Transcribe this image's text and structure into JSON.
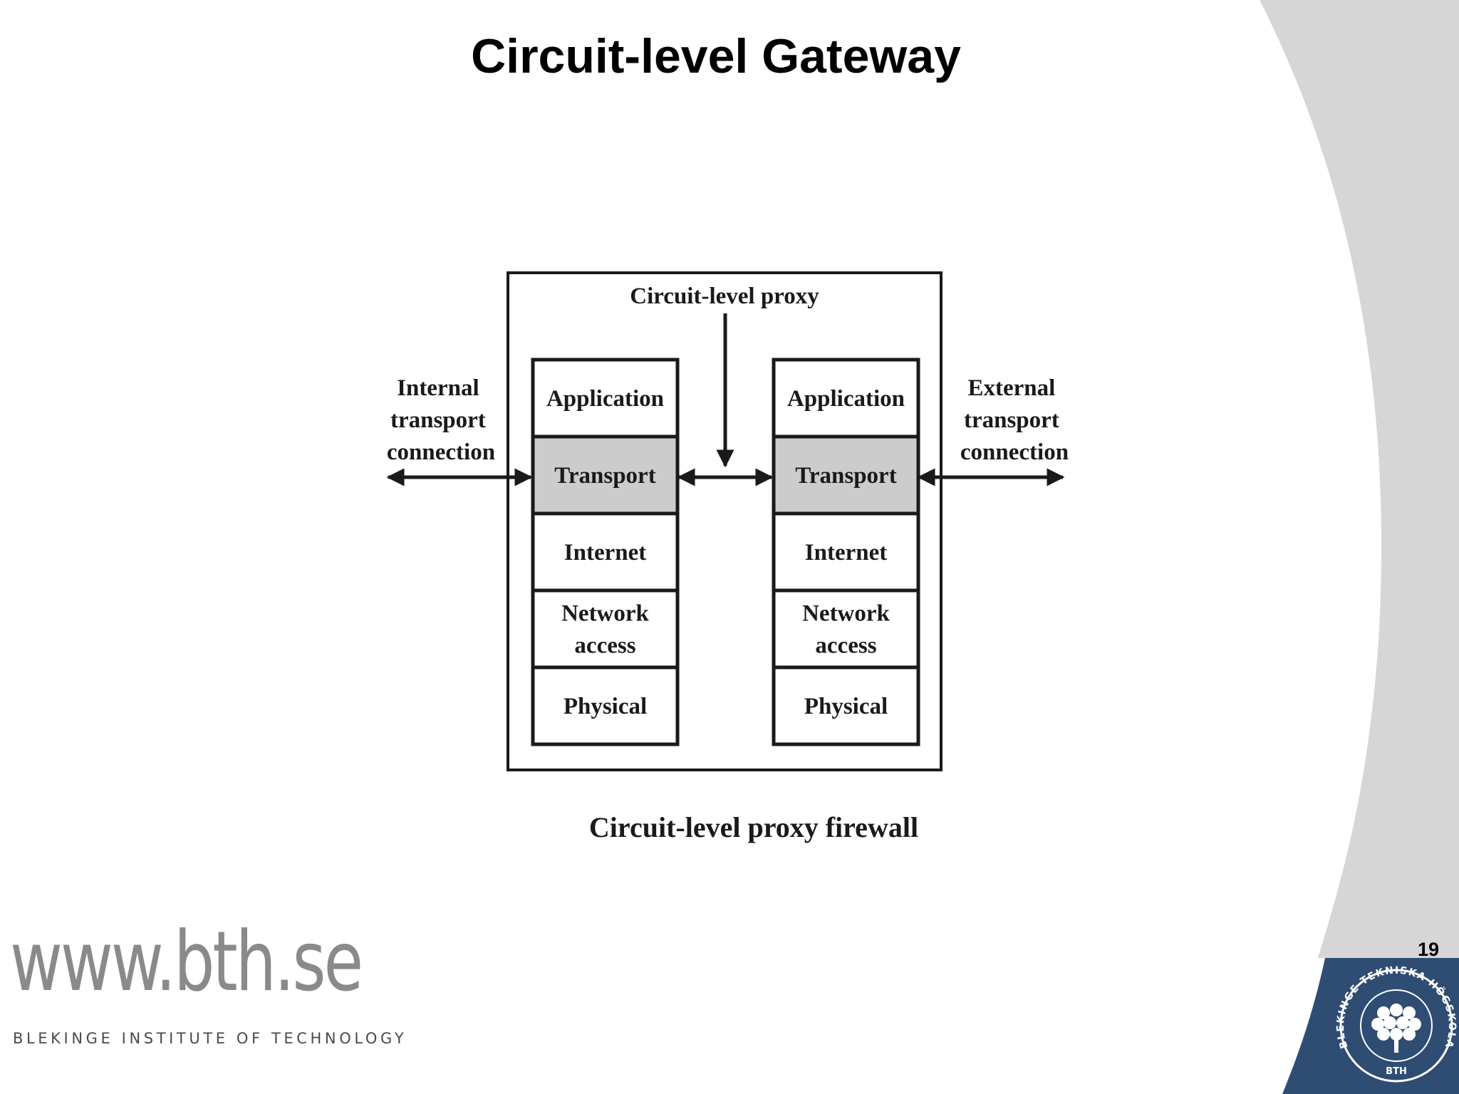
{
  "slide": {
    "title": "Circuit-level Gateway",
    "page_number": "19",
    "footer": {
      "url": "www.bth.se",
      "institution": "BLEKINGE INSTITUTE OF TECHNOLOGY"
    },
    "logo": {
      "icon": "bth-seal-icon",
      "ring_text": "BLEKINGE TEKNISKA HÖGSKOLA",
      "center_text": "BTH"
    }
  },
  "diagram": {
    "proxy_label": "Circuit-level proxy",
    "caption": "Circuit-level proxy firewall",
    "internal_label": [
      "Internal",
      "transport",
      "connection"
    ],
    "external_label": [
      "External",
      "transport",
      "connection"
    ],
    "left_stack": [
      {
        "lines": [
          "Application"
        ]
      },
      {
        "lines": [
          "Transport"
        ],
        "highlighted": true
      },
      {
        "lines": [
          "Internet"
        ]
      },
      {
        "lines": [
          "Network",
          "access"
        ]
      },
      {
        "lines": [
          "Physical"
        ]
      }
    ],
    "right_stack": [
      {
        "lines": [
          "Application"
        ]
      },
      {
        "lines": [
          "Transport"
        ],
        "highlighted": true
      },
      {
        "lines": [
          "Internet"
        ]
      },
      {
        "lines": [
          "Network",
          "access"
        ]
      },
      {
        "lines": [
          "Physical"
        ]
      }
    ]
  },
  "colors": {
    "highlight": "#cccccc",
    "logo_blue": "#2f4d73",
    "side_gray": "#d6d6d6",
    "line": "#1a1a1a"
  }
}
